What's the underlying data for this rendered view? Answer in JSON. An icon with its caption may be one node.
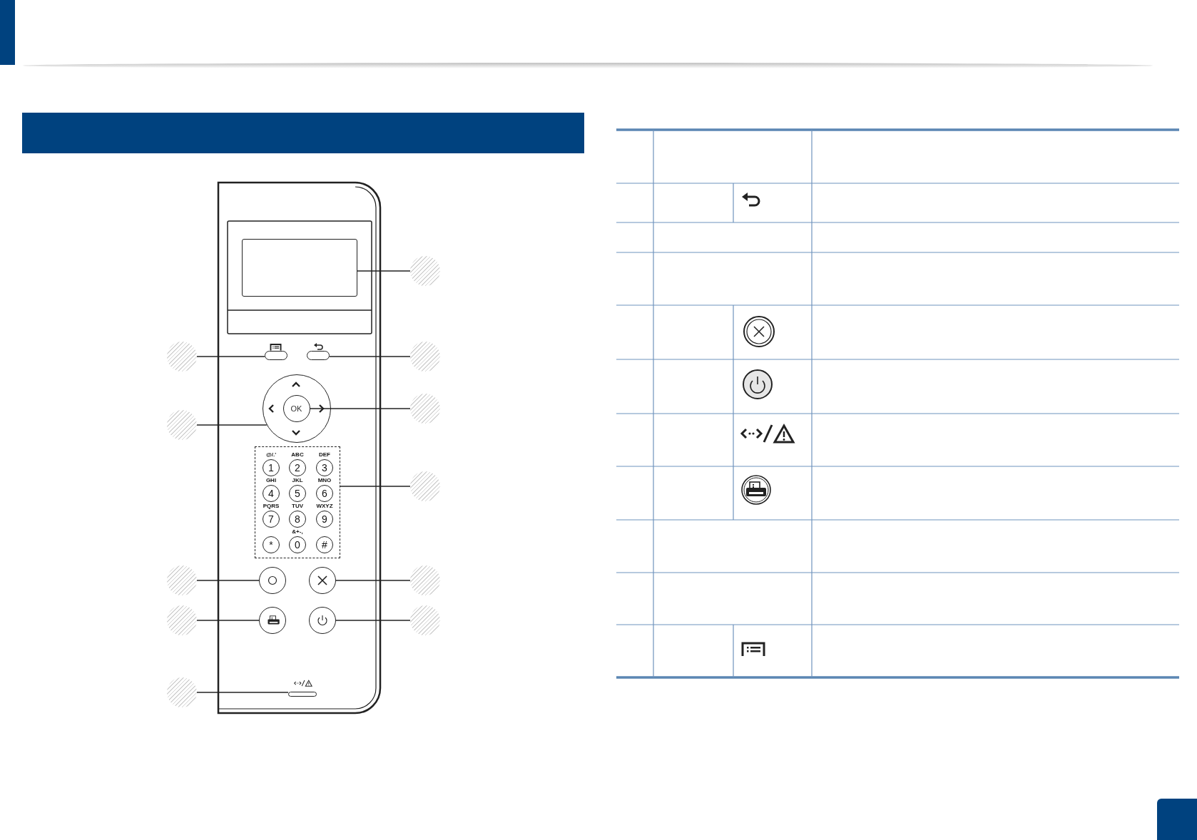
{
  "diagram": {
    "nodes": [
      {
        "text": [],
        "shape": "box"
      },
      {
        "text": [],
        "shape": "box"
      },
      {
        "text": [],
        "shape": "box"
      },
      {
        "text": [],
        "shape": "circle"
      },
      {
        "text": [
          "OK"
        ],
        "in": 3
      },
      {
        "text": [
          "@/.'",
          "ABC",
          "DEF",
          "1",
          "2",
          "3",
          "GHI",
          "JKL",
          "MNO",
          "4",
          "5",
          "6",
          "PQRS",
          "TUV",
          "WXYZ",
          "7",
          "8",
          "9",
          "&+-,",
          "*",
          "0",
          "#"
        ]
      },
      {
        "text": [],
        "shape": "circle"
      },
      {
        "text": [],
        "shape": "circle"
      },
      {
        "text": [],
        "shape": "circle"
      },
      {
        "text": [],
        "shape": "circle"
      },
      {
        "text": [],
        "shape": "bar"
      },
      {
        "text": [],
        "shape": "circle"
      },
      {
        "text": [],
        "shape": "circle"
      },
      {
        "text": [],
        "shape": "circle"
      },
      {
        "text": [],
        "shape": "circle"
      },
      {
        "text": [],
        "shape": "circle"
      },
      {
        "text": [],
        "shape": "circle"
      },
      {
        "text": [],
        "shape": "circle"
      },
      {
        "text": [],
        "shape": "circle"
      },
      {
        "text": [],
        "shape": "circle"
      },
      {
        "text": [],
        "shape": "circle"
      },
      {
        "text": [],
        "shape": "circle"
      },
      {
        "text": [],
        "shape": "bar"
      }
    ],
    "edges": [
      {
        "from": 11,
        "to": 0,
        "arrow": "none"
      },
      {
        "from": 12,
        "to": 1,
        "arrow": "none"
      },
      {
        "from": 13,
        "to": 2,
        "arrow": "none"
      },
      {
        "from": 14,
        "to": 4,
        "arrow": "none"
      },
      {
        "from": 15,
        "to": 3,
        "arrow": "none"
      },
      {
        "from": 16,
        "to": 5,
        "arrow": "none"
      },
      {
        "from": 17,
        "to": 6,
        "arrow": "none"
      },
      {
        "from": 18,
        "to": 7,
        "arrow": "none"
      },
      {
        "from": 19,
        "to": 8,
        "arrow": "none"
      },
      {
        "from": 20,
        "to": 9,
        "arrow": "none"
      },
      {
        "from": 21,
        "to": 22,
        "arrow": "none"
      }
    ]
  }
}
